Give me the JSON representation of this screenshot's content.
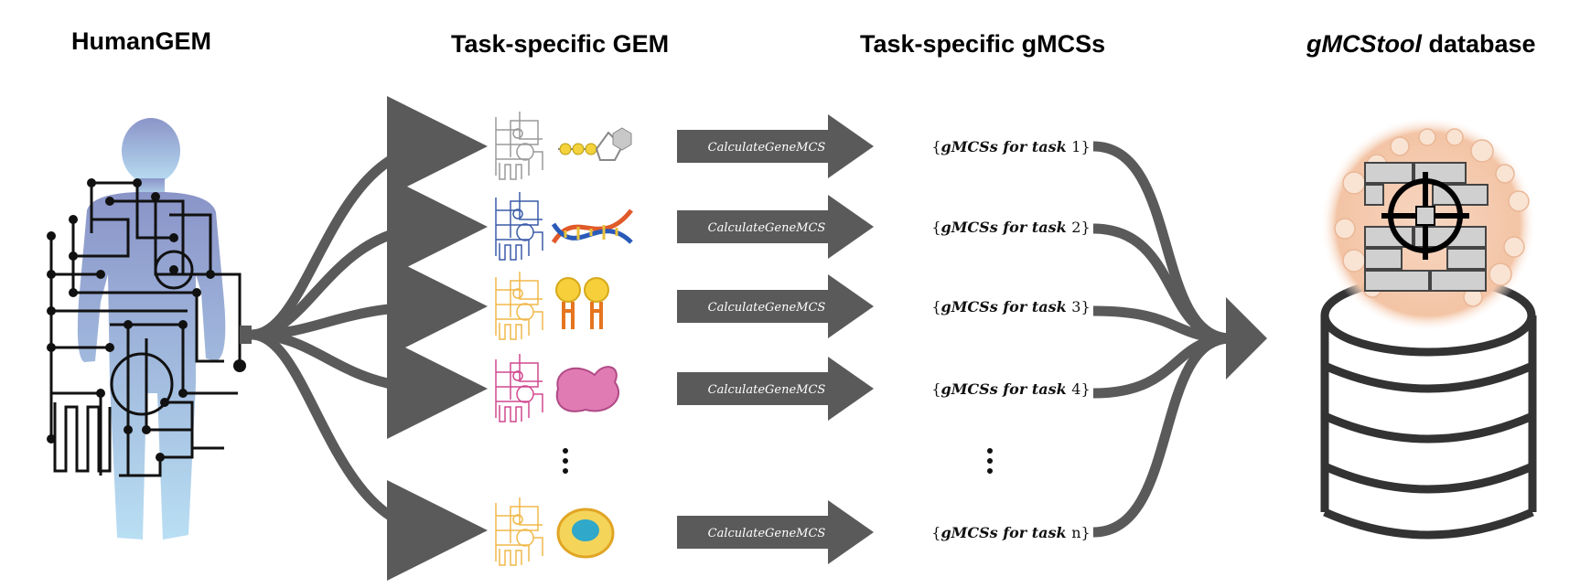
{
  "columns": {
    "human_gem": "HumanGEM",
    "task_gem": "Task-specific GEM",
    "task_gmcs": "Task-specific  gMCSs",
    "database_italic": "gMCStool",
    "database_rest": " database"
  },
  "arrow_label": "CalculateGeneMCS",
  "sets": [
    {
      "prefix": "{",
      "name": "gMCSs for task ",
      "num": "1",
      "suffix": "}"
    },
    {
      "prefix": "{",
      "name": "gMCSs for task ",
      "num": "2",
      "suffix": "}"
    },
    {
      "prefix": "{",
      "name": "gMCSs for task ",
      "num": "3",
      "suffix": "}"
    },
    {
      "prefix": "{",
      "name": "gMCSs for task ",
      "num": "4",
      "suffix": "}"
    },
    {
      "prefix": "{",
      "name": "gMCSs for task ",
      "num": "n",
      "suffix": "}"
    }
  ],
  "task_colors": [
    "#9a9a9a",
    "#3b5ca8",
    "#f0b84a",
    "#d0488f",
    "#f0b84a"
  ],
  "colors": {
    "arrow": "#5a5a5a",
    "body_top": "#8a94c8",
    "body_bottom": "#b9dff3",
    "network": "#111111"
  },
  "icons": [
    "metabolite-chain-icon",
    "dna-helix-icon",
    "antibody-icon",
    "cell-shape-icon",
    "cell-nucleus-icon"
  ]
}
